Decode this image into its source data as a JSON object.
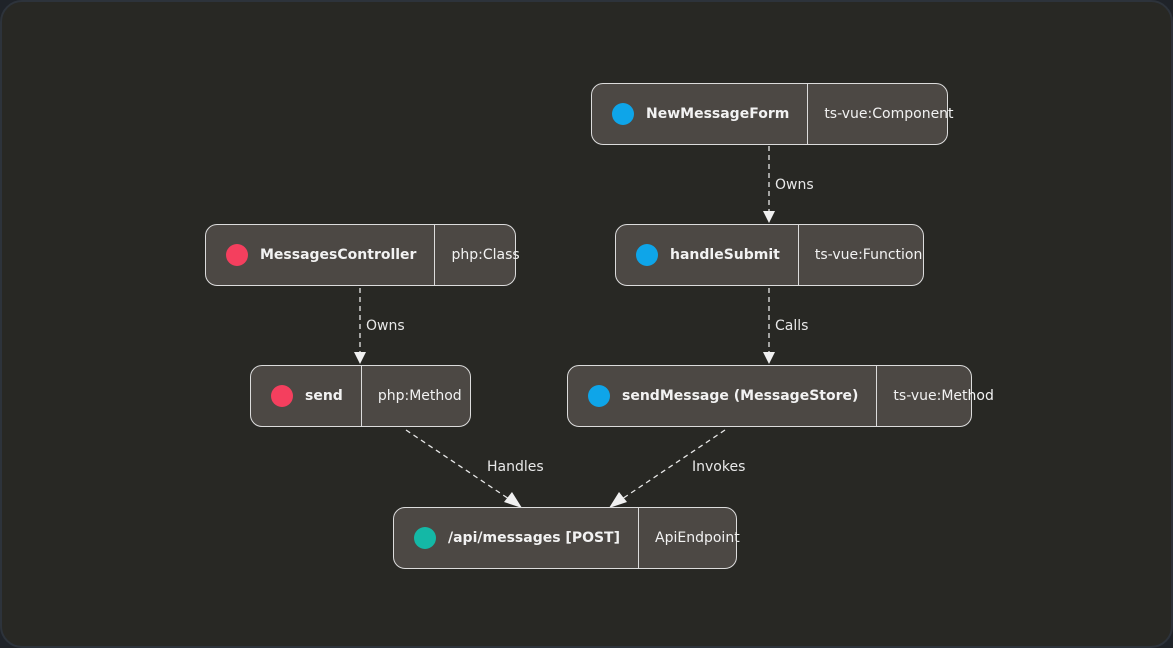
{
  "colors": {
    "php": "#f43f5e",
    "ts_vue": "#0ea5e9",
    "api": "#14b8a6"
  },
  "nodes": {
    "new_message_form": {
      "name": "NewMessageForm",
      "type": "ts-vue:Component",
      "dot_color": "#0ea5e9"
    },
    "messages_controller": {
      "name": "MessagesController",
      "type": "php:Class",
      "dot_color": "#f43f5e"
    },
    "handle_submit": {
      "name": "handleSubmit",
      "type": "ts-vue:Function",
      "dot_color": "#0ea5e9"
    },
    "send": {
      "name": "send",
      "type": "php:Method",
      "dot_color": "#f43f5e"
    },
    "send_message": {
      "name": "sendMessage (MessageStore)",
      "type": "ts-vue:Method",
      "dot_color": "#0ea5e9"
    },
    "api_messages": {
      "name": "/api/messages [POST]",
      "type": "ApiEndpoint",
      "dot_color": "#14b8a6"
    }
  },
  "edges": {
    "form_owns_submit": "Owns",
    "controller_owns_send": "Owns",
    "submit_calls_send_message": "Calls",
    "send_handles_api": "Handles",
    "send_message_invokes_api": "Invokes"
  }
}
